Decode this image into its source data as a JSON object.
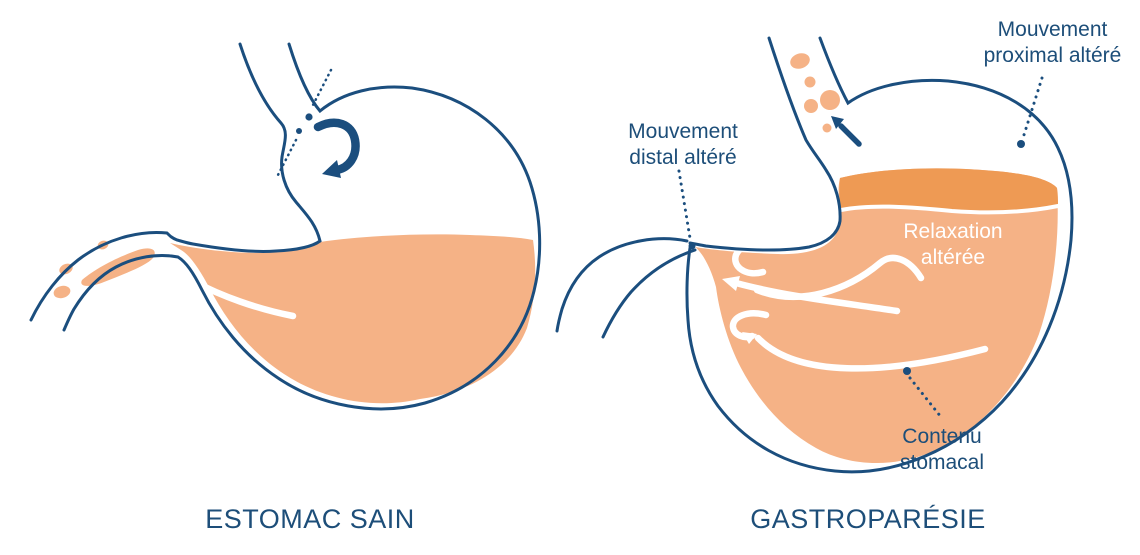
{
  "figure": {
    "left_panel": {
      "caption": "ESTOMAC SAIN"
    },
    "right_panel": {
      "caption": "GASTROPARÉSIE",
      "labels": {
        "proximal": "Mouvement\nproximal altéré",
        "distal": "Mouvement\ndistal altéré",
        "relaxation": "Relaxation\naltérée",
        "contenu": "Contenu\nstomacal"
      }
    }
  },
  "colors": {
    "outline_navy": "#1b4e7e",
    "text_navy": "#1d4e79",
    "content_orange": "#f5b286",
    "content_orange_dark": "#ee9a54",
    "highlight_white": "#ffffff",
    "background": "#ffffff"
  }
}
